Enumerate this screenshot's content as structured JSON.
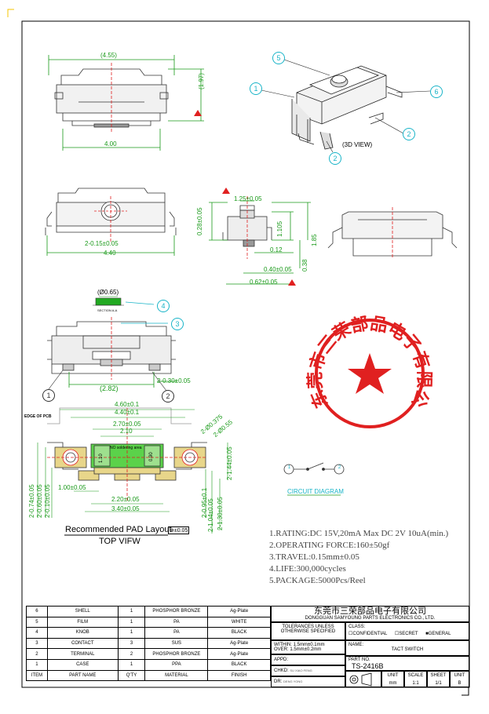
{
  "callouts": {
    "c1": "1",
    "c2": "2",
    "c3": "3",
    "c4": "4",
    "c5": "5",
    "c6": "6"
  },
  "dimensions": {
    "top_width": "(4.55)",
    "top_height": "(1.97)",
    "top_base": "4.00",
    "view_3d_label": "(3D VIEW)",
    "front_width": "4.40",
    "front_pad": "2-0.15±0.05",
    "side_knob": "1.25±0.05",
    "side_height_left": "0.28±0.05",
    "side_105": "1.105",
    "side_185": "1.85",
    "side_012": "0.12",
    "side_040": "0.40±0.05",
    "side_038": "0.38",
    "side_062": "0.62±0.05",
    "section_dia": "(Ø0.65)",
    "section_label": "SECTION A-A",
    "bottom_282": "(2.82)",
    "bottom_pad": "2-0.30±0.05",
    "pcb_460": "4.60±0.1",
    "pcb_440": "4.40±0.1",
    "pcb_270": "2.70±0.05",
    "pcb_210": "2.10",
    "pcb_hole1": "2-Ø0.375",
    "pcb_hole2": "2-Ø0.55",
    "pcb_no_solder": "NO soldering area",
    "pcb_110": "1.10",
    "pcb_090": "0.90",
    "pcb_left1": "2-0.74±0.05",
    "pcb_left2": "2-0.60±0.05",
    "pcb_left3": "2-0.10±0.05",
    "pcb_100": "1.00±0.05",
    "pcb_220": "2.20±0.05",
    "pcb_340": "3.40±0.05",
    "pcb_r1": "2-1.44±0.05",
    "pcb_r2": "2-0.95±0.1",
    "pcb_r3": "2-1.04±0.05",
    "pcb_r4": "2-1.30±0.05",
    "edge_of_pcb": "EDGE OF PCB",
    "layout_title": "Recommended PAD Layout",
    "layout_tol": "⊕±0.05",
    "top_view": "TOP VIFW",
    "circuit_diagram": "CIRCUIT DIAGRAM"
  },
  "specs": [
    "1.RATING:DC 15V,20mA Max DC 2V 10uA(min.)",
    "2.OPERATING FORCE:160±50gf",
    "3.TRAVEL:0.15mm±0.05",
    "4.LIFE:300,000cycles",
    "5.PACKAGE:5000Pcs/Reel"
  ],
  "seal": {
    "text": "东莞市三荣部品电子有限公司"
  },
  "bom": {
    "header": [
      "ITEM",
      "PART NAME",
      "Q'TY",
      "MATERIAL",
      "FINISH"
    ],
    "rows": [
      [
        "6",
        "SHELL",
        "1",
        "PHOSPHOR BRONZE",
        "Ag-Plate"
      ],
      [
        "5",
        "FILM",
        "1",
        "PA",
        "WHITE"
      ],
      [
        "4",
        "KNOB",
        "1",
        "PA",
        "BLACK"
      ],
      [
        "3",
        "CONTACT",
        "3",
        "SUS",
        "Ag-Plate"
      ],
      [
        "2",
        "TERMINAL",
        "2",
        "PHOSPHOR BRONZE",
        "Ag-Plate"
      ],
      [
        "1",
        "CASE",
        "1",
        "PPA",
        "BLACK"
      ]
    ]
  },
  "title_block": {
    "company_cn": "东莞市三荣部品电子有限公司",
    "company_en": "DONGGUAN SAMYOUNG PARTS ELECTRONICS CO., LTD.",
    "tol_1": "TOLERANCES UNLESS",
    "tol_2": "OTHERWISE SPECIFIED",
    "tol_3": "WITHIN: 1.5mm±0.1mm",
    "tol_4": "OVER: 1.5mm±0.2mm",
    "appd": "APPD:",
    "chkd": "CHKD:",
    "chkd_name": "SU XIAO FENG",
    "dr": "DR:",
    "dr_name": "DENG YONG",
    "class_label": "CLASS:",
    "class_opts": [
      "☐CONFIDENTIAL",
      "☐SECRET",
      "■GENERAL"
    ],
    "name_label": "NAME:",
    "name_value": "TACT SWITCH",
    "part_no_label": "PART NO.",
    "part_no": "TS-2416B",
    "unit_label": "UNIT",
    "unit_value": "mm",
    "scale_label": "SCALE",
    "scale_value": "1:1",
    "sheet_label": "SHEET",
    "sheet_value": "1/1",
    "unit2_label": "UNIT",
    "unit2_value": "B"
  },
  "colors": {
    "green": "#1a9a1a",
    "cyan": "#19b4c8",
    "red": "#e02020",
    "line": "#333333",
    "fill": "#d9d9d9",
    "pad": "#e8d68a"
  }
}
